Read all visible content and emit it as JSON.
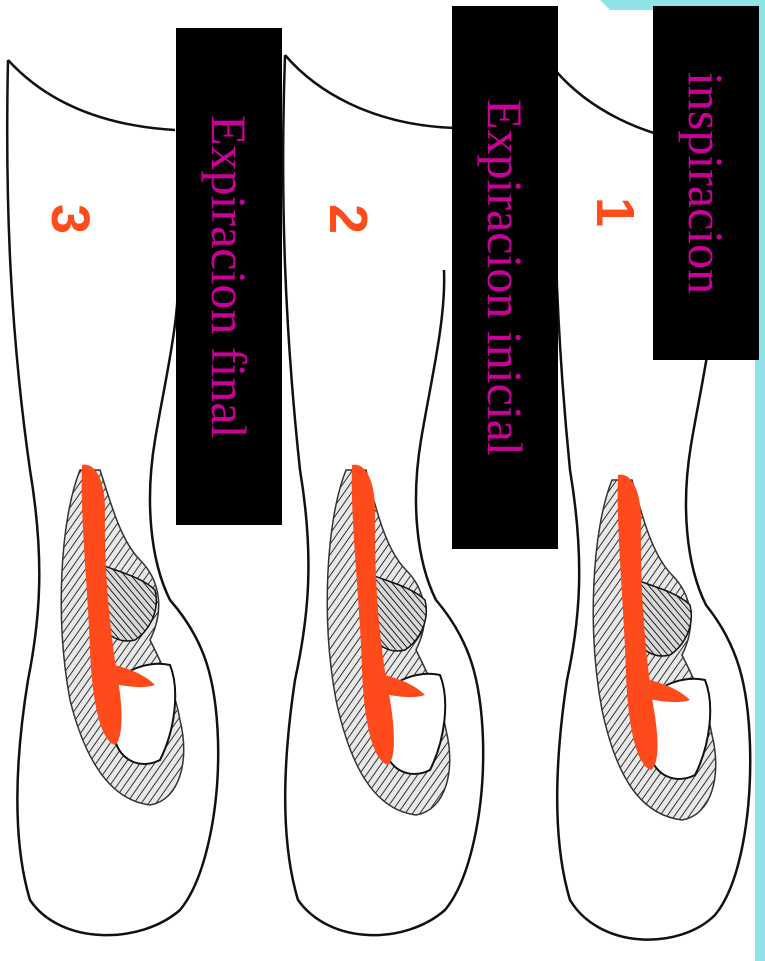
{
  "colors": {
    "label_background": "#000000",
    "label_text": "#cc0099",
    "number": "#ff4a1c",
    "muscle": "#ff4a1c",
    "frame_border": "#8fe3e6",
    "hatching": "#333333"
  },
  "panels": [
    {
      "number": "1",
      "label": "inspiracion"
    },
    {
      "number": "2",
      "label": "Expiracion inicial"
    },
    {
      "number": "3",
      "label": "Expiracion final"
    }
  ]
}
